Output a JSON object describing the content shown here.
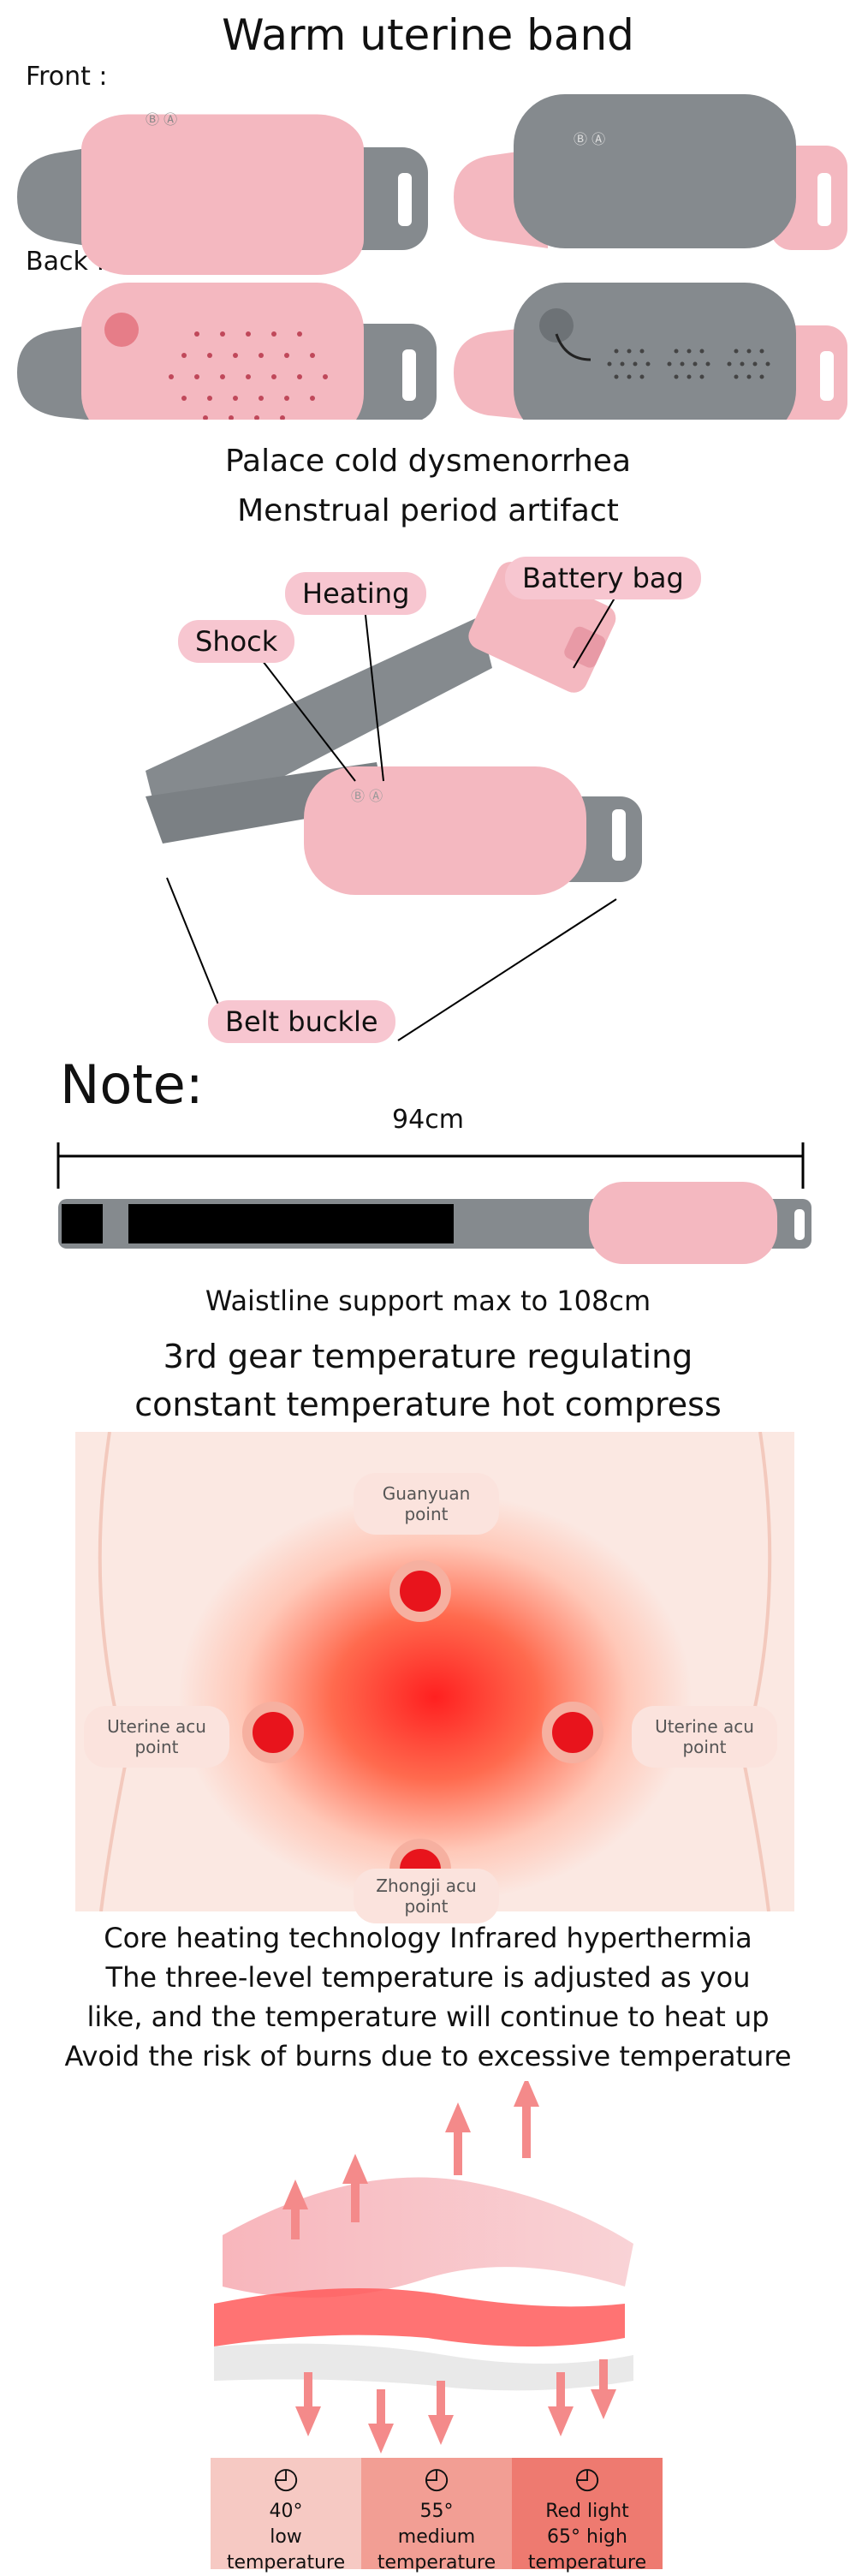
{
  "title": "Warm uterine band",
  "labels": {
    "front": "Front :",
    "back": "Back :"
  },
  "subtitle": {
    "line1": "Palace cold dysmenorrhea",
    "line2": "Menstrual period artifact"
  },
  "callouts": {
    "heating": "Heating",
    "shock": "Shock",
    "battery": "Battery bag",
    "buckle": "Belt buckle"
  },
  "note": {
    "heading": "Note:",
    "length": "94cm",
    "waistline": "Waistline support max to 108cm"
  },
  "gear": {
    "line1": "3rd gear temperature regulating",
    "line2": "constant temperature hot compress"
  },
  "acupoints": {
    "top": "Guanyuan point",
    "left": "Uterine acu point",
    "right": "Uterine acu point",
    "bottom": "Zhongji acu point"
  },
  "core": {
    "line1": "Core heating technology Infrared hyperthermia",
    "line2": "The three-level temperature is adjusted as you",
    "line3": "like, and the temperature will continue to heat up",
    "line4": "Avoid the risk of burns due to excessive temperature"
  },
  "temperatures": [
    {
      "line1": "40°",
      "line2": "low",
      "line3": "temperature",
      "color": "#f6c9c3"
    },
    {
      "line1": "55°",
      "line2": "medium",
      "line3": "temperature",
      "color": "#f29e94"
    },
    {
      "line1": "Red light",
      "line2": "65° high",
      "line3": "temperature",
      "color": "#ee7a70"
    }
  ],
  "colors": {
    "pink": "#f4b8c0",
    "pink_light": "#f8d0d6",
    "gray": "#8a8f93",
    "red": "#e8141c"
  }
}
